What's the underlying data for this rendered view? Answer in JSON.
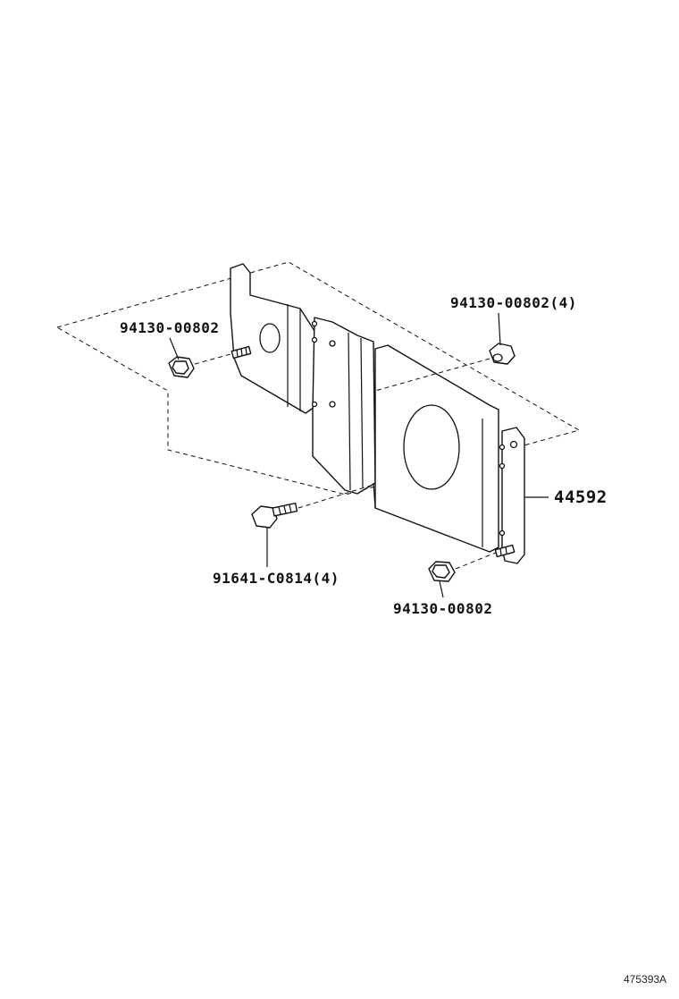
{
  "callouts": {
    "nut_top_left": "94130-00802",
    "nut_top_right": "94130-00802(4)",
    "bracket": "44592",
    "bolt": "91641-C0814(4)",
    "nut_bottom": "94130-00802"
  },
  "figure_id": "475393A"
}
